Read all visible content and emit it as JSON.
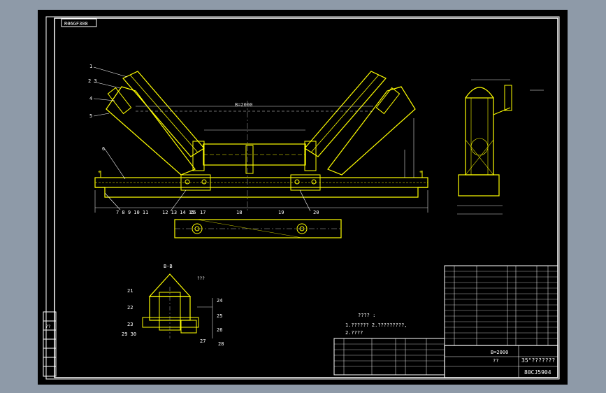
{
  "drawing": {
    "code_box": "R06GF308",
    "width_label": "B=2000",
    "section_label": "B-B",
    "notes_title": "???? :",
    "note_1": "1.?????? 2.?????????,",
    "note_2": "2.????",
    "side_note": "???",
    "title_spec": "B=2000",
    "title_main": "35°???????",
    "title_code": "80CJ5904",
    "title_sub": "??",
    "corner_label": "??"
  },
  "callouts": {
    "main": [
      "1",
      "2 3",
      "4",
      "5",
      "6",
      "7 8 9 10 11",
      "12 13 14 15",
      "16",
      "17",
      "18",
      "19",
      "20"
    ],
    "section": [
      "21",
      "22",
      "23",
      "24",
      "25",
      "26",
      "27",
      "28",
      "29 30"
    ]
  },
  "colors": {
    "background": "#000000",
    "frame": "#ffffff",
    "parts": "#ffff00",
    "dims": "#dcdcdc"
  }
}
